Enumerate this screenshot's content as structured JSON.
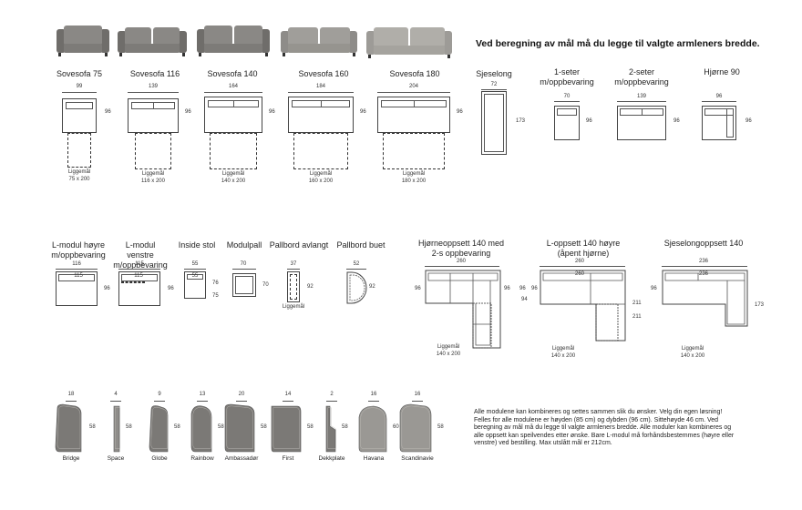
{
  "headline": "Ved beregning av mål må du legge til valgte armleners bredde.",
  "sofas": [
    {
      "name": "Sovesofa 75",
      "width": "99",
      "depth": "96",
      "bed_label": "Liggemål",
      "bed_size": "75 x 200"
    },
    {
      "name": "Sovesofa 116",
      "width": "139",
      "depth": "96",
      "bed_label": "Liggemål",
      "bed_size": "116 x 200"
    },
    {
      "name": "Sovesofa 140",
      "width": "164",
      "depth": "96",
      "bed_label": "Liggemål",
      "bed_size": "140 x 200"
    },
    {
      "name": "Sovesofa 160",
      "width": "184",
      "depth": "96",
      "bed_label": "Liggemål",
      "bed_size": "160 x 200"
    },
    {
      "name": "Sovesofa 180",
      "width": "204",
      "depth": "96",
      "bed_label": "Liggemål",
      "bed_size": "180 x 200"
    }
  ],
  "modules_top": [
    {
      "name": "Sjeselong",
      "width": "72",
      "depth": "173"
    },
    {
      "name": "1-seter m/oppbevaring",
      "width": "70",
      "depth": "96"
    },
    {
      "name": "2-seter m/oppbevaring",
      "width": "139",
      "depth": "96"
    },
    {
      "name": "Hjørne 90",
      "width": "96",
      "depth": "96"
    }
  ],
  "modules_mid": [
    {
      "name": "L-modul høyre m/oppbevaring",
      "width": "116",
      "inner": "115",
      "depth": "96"
    },
    {
      "name": "L-modul venstre m/oppbevaring",
      "width": "115",
      "inner": "115",
      "depth": "96"
    },
    {
      "name": "Inside stol",
      "width": "55",
      "inner": "55",
      "depth": "76",
      "depth2": "75"
    },
    {
      "name": "Modulpall",
      "width": "70",
      "depth": "70"
    },
    {
      "name": "Pallbord avlangt",
      "width": "37",
      "depth": "92",
      "bed_label": "Liggemål"
    },
    {
      "name": "Pallbord buet",
      "width": "52",
      "depth": "92"
    }
  ],
  "setups": [
    {
      "name": "Hjørneoppsett 140 med 2-s oppbevaring",
      "width": "260",
      "depth_left": "96",
      "depth_right": "96",
      "depth_mid": "96",
      "bed_label": "Liggemål",
      "bed_size": "140 x 200"
    },
    {
      "name": "L-oppsett 140 høyre (åpent hjørne)",
      "width": "260",
      "inner": "260",
      "depth_left": "96",
      "depth_inner": "94",
      "depth_right": "211",
      "depth_right2": "211",
      "bed_label": "Liggemål",
      "bed_size": "140 x 200"
    },
    {
      "name": "Sjeselongoppsett 140",
      "width": "236",
      "inner": "236",
      "depth_left": "96",
      "depth_right": "173",
      "bed_label": "Liggemål",
      "bed_size": "140 x 200"
    }
  ],
  "armrests": [
    {
      "name": "Bridge",
      "width": "18",
      "height": "58"
    },
    {
      "name": "Space",
      "width": "4",
      "height": "58"
    },
    {
      "name": "Globe",
      "width": "9",
      "height": "58"
    },
    {
      "name": "Rainbow",
      "width": "13",
      "height": "58"
    },
    {
      "name": "Ambassadør",
      "width": "20",
      "height": "58"
    },
    {
      "name": "First",
      "width": "14",
      "height": "58"
    },
    {
      "name": "Dekkplate",
      "width": "2",
      "height": "58"
    },
    {
      "name": "Havana",
      "width": "16",
      "height": "60"
    },
    {
      "name": "Scandinavie",
      "width": "16",
      "height": "58"
    }
  ],
  "description": "Alle modulene kan kombineres og settes sammen slik du ønsker. Velg din egen løsning! Felles for alle modulene er høyden (85 cm) og dybden (96 cm). Sittehøyde 46 cm. Ved beregning av mål må du legge til valgte armleners bredde. Alle moduler kan kombineres og alle oppsett kan speilvendes etter ønske. Bare L-modul må forhåndsbestemmes (høyre eller venstre) ved bestilling. Max utslått mål er 212cm.",
  "colors": {
    "fabric": "#7a7875",
    "fabric_light": "#a9a7a3",
    "line": "#444444"
  }
}
